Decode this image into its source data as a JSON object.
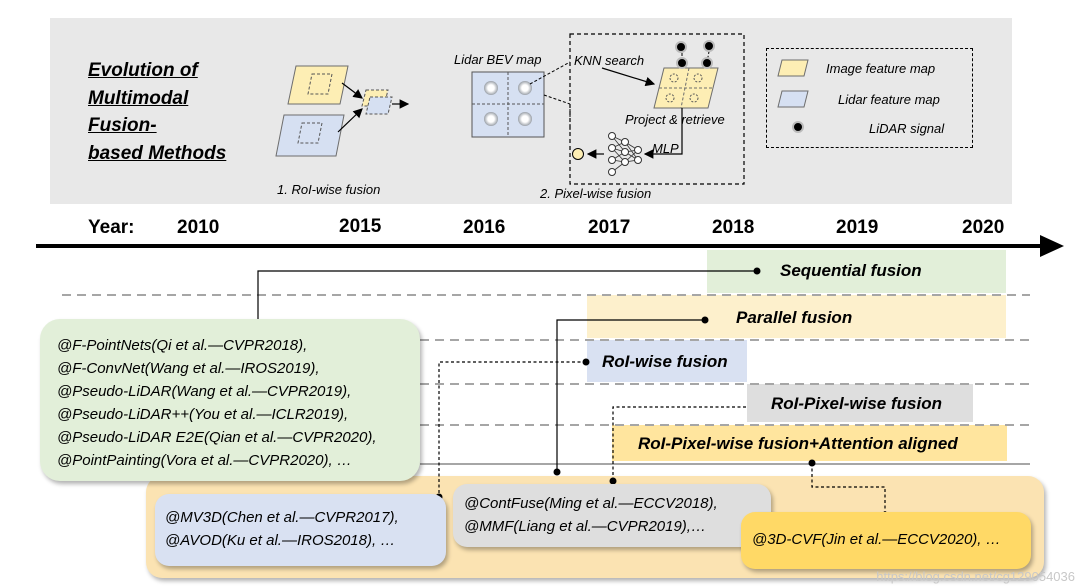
{
  "title_lines": [
    "Evolution of",
    "Multimodal",
    "Fusion-",
    "based Methods"
  ],
  "roi_caption": "1. RoI-wise fusion",
  "pixel_caption": "2. Pixel-wise fusion",
  "lidar_bev_label": "Lidar BEV map",
  "knn_label": "KNN search",
  "project_label": "Project & retrieve",
  "mlp_label": "MLP",
  "legend": {
    "items": [
      {
        "label": "Image feature map",
        "color": "#fdeeb4"
      },
      {
        "label": "Lidar feature map",
        "color": "#d6e0f2"
      },
      {
        "label": "LiDAR signal"
      }
    ]
  },
  "year_label": "Year:",
  "years": [
    "2010",
    "2015",
    "2016",
    "2017",
    "2018",
    "2019",
    "2020"
  ],
  "categories": {
    "sequential": "Sequential fusion",
    "parallel": "Parallel fusion",
    "roi": "RoI-wise fusion",
    "roi_pixel": "RoI-Pixel-wise fusion",
    "roi_pixel_att": "RoI-Pixel-wise fusion+Attention aligned"
  },
  "colors": {
    "sequential": "#e2efd9",
    "parallel": "#fdf0cc",
    "roi": "#d9e1f2",
    "roi_pixel": "#dedede",
    "roi_pixel_att": "#ffe59e"
  },
  "papers": {
    "sequential": [
      "@F-PointNets(Qi et al.—CVPR2018),",
      "@F-ConvNet(Wang et al.—IROS2019),",
      "@Pseudo-LiDAR(Wang et al.—CVPR2019),",
      "@Pseudo-LiDAR++(You et al.—ICLR2019),",
      "@Pseudo-LiDAR E2E(Qian et al.—CVPR2020),",
      "@PointPainting(Vora et al.—CVPR2020), …"
    ],
    "roi": [
      "@MV3D(Chen et al.—CVPR2017),",
      "@AVOD(Ku et al.—IROS2018), …"
    ],
    "roi_pixel": [
      "@ContFuse(Ming et al.—ECCV2018),",
      "@MMF(Liang et al.—CVPR2019),…"
    ],
    "roi_pixel_att": [
      "@3D-CVF(Jin et al.—ECCV2020), …"
    ]
  },
  "watermark": "https://blog.csdn.net/cg129054036"
}
